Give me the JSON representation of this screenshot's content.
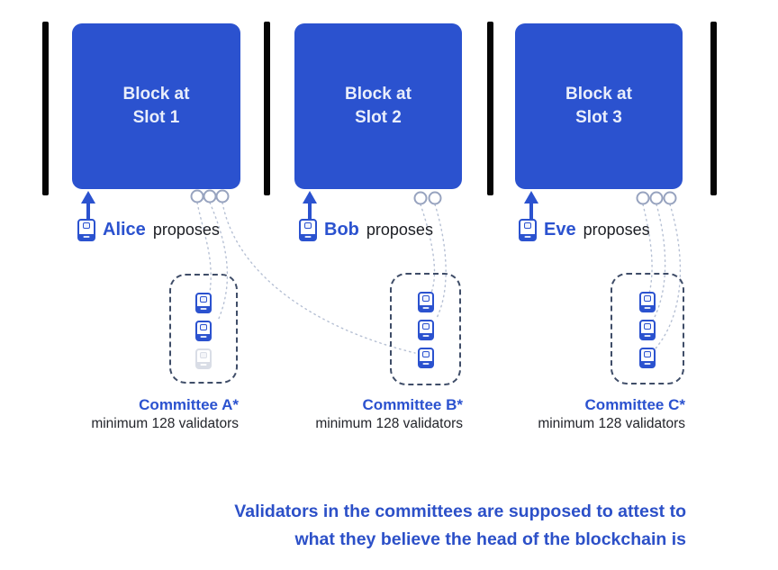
{
  "diagram": {
    "blocks": [
      {
        "title_line1": "Block at",
        "title_line2": "Slot 1"
      },
      {
        "title_line1": "Block at",
        "title_line2": "Slot 2"
      },
      {
        "title_line1": "Block at",
        "title_line2": "Slot 3"
      }
    ],
    "proposers": [
      {
        "name": "Alice",
        "action": "proposes"
      },
      {
        "name": "Bob",
        "action": "proposes"
      },
      {
        "name": "Eve",
        "action": "proposes"
      }
    ],
    "committees": [
      {
        "name": "Committee A*",
        "subtitle": "minimum 128 validators",
        "validator_states": [
          "active",
          "active",
          "inactive"
        ]
      },
      {
        "name": "Committee B*",
        "subtitle": "minimum 128 validators",
        "validator_states": [
          "active",
          "active",
          "active"
        ]
      },
      {
        "name": "Committee C*",
        "subtitle": "minimum 128 validators",
        "validator_states": [
          "active",
          "active",
          "active"
        ]
      }
    ],
    "caption": {
      "line1": "Validators in the committees are supposed to attest to",
      "line2": "what they believe the head of the blockchain is"
    },
    "colors": {
      "block_blue": "#2b52cf",
      "caption_blue": "#2c50c8",
      "committee_border": "#3f4d68",
      "connector_line": "#b6c0d4",
      "port_circle": "#97a3bf",
      "inactive_validator": "#d9dde6",
      "separator_bar": "#050505"
    }
  }
}
